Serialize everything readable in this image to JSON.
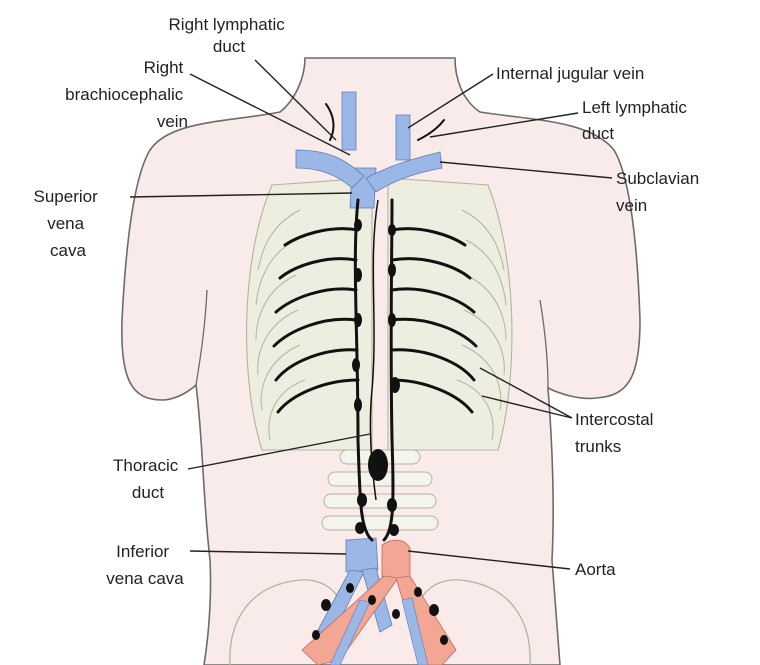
{
  "labels": {
    "right_lymphatic_duct": [
      "Right lymphatic",
      "duct"
    ],
    "right_brachiocephalic_vein": [
      "Right",
      "brachiocephalic",
      "vein"
    ],
    "internal_jugular_vein": [
      "Internal jugular vein"
    ],
    "left_lymphatic_duct": [
      "Left lymphatic",
      "duct"
    ],
    "superior_vena_cava": [
      "Superior",
      "vena",
      "cava"
    ],
    "subclavian_vein": [
      "Subclavian",
      "vein"
    ],
    "intercostal_trunks": [
      "Intercostal",
      "trunks"
    ],
    "thoracic_duct": [
      "Thoracic",
      "duct"
    ],
    "inferior_vena_cava": [
      "Inferior",
      "vena cava"
    ],
    "aorta": [
      "Aorta"
    ]
  },
  "colors": {
    "skin": "#f9ebea",
    "skin_outline": "#6b6b6b",
    "ribs": "#eeeee0",
    "vein": "#9ab7e6",
    "artery": "#f2a693",
    "lymph": "#111111"
  }
}
